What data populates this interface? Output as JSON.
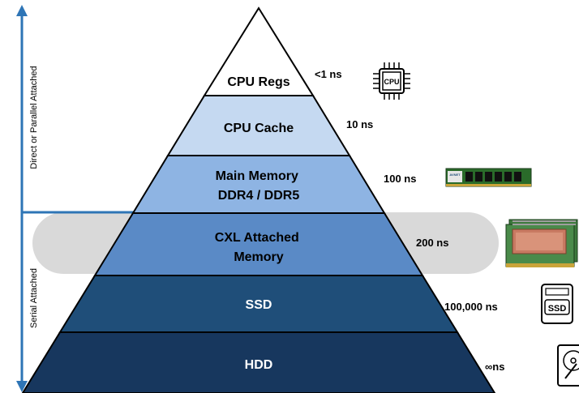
{
  "axis": {
    "top_label": "Direct or Parallel Attached",
    "bottom_label": "Serial Attached",
    "color": "#2e75b6"
  },
  "highlight_band_color": "#d9d9d9",
  "levels": [
    {
      "label_lines": [
        "CPU Regs"
      ],
      "latency": "<1 ns",
      "fill": "#ffffff",
      "text_color": "#000000"
    },
    {
      "label_lines": [
        "CPU Cache"
      ],
      "latency": "10 ns",
      "fill": "#c5d9f1",
      "text_color": "#000000"
    },
    {
      "label_lines": [
        "Main Memory",
        "DDR4 / DDR5"
      ],
      "latency": "100 ns",
      "fill": "#8eb4e3",
      "text_color": "#000000"
    },
    {
      "label_lines": [
        "CXL Attached",
        "Memory"
      ],
      "latency": "200 ns",
      "fill": "#5a8ac6",
      "text_color": "#000000"
    },
    {
      "label_lines": [
        "SSD"
      ],
      "latency": "100,000 ns",
      "fill": "#1f4e79",
      "text_color": "#ffffff"
    },
    {
      "label_lines": [
        "HDD"
      ],
      "latency": "∞ns",
      "fill": "#17375e",
      "text_color": "#ffffff"
    }
  ],
  "icons": {
    "cpu_chip_text": "CPU",
    "ssd_text": "SSD",
    "ram_stick_brand": "AVNET"
  }
}
